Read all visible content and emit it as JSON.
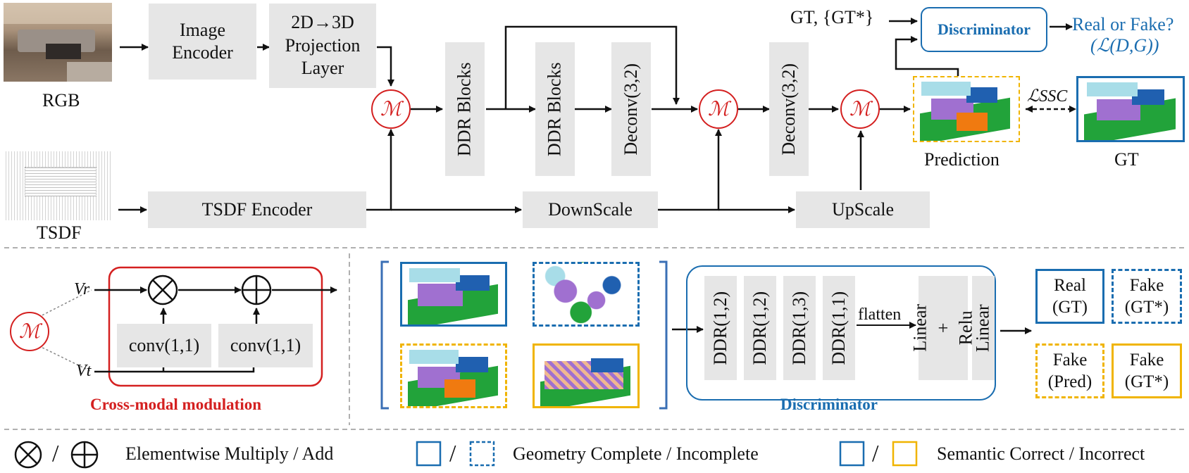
{
  "inputs": {
    "rgb_label": "RGB",
    "tsdf_label": "TSDF"
  },
  "blocks": {
    "image_encoder": "Image Encoder",
    "projection": "2D→3D Projection Layer",
    "ddr_blocks_1": "DDR Blocks",
    "ddr_blocks_2": "DDR Blocks",
    "deconv_1": "Deconv(3,2)",
    "deconv_2": "Deconv(3,2)",
    "tsdf_encoder": "TSDF Encoder",
    "downscale": "DownScale",
    "upscale": "UpScale"
  },
  "modulation_symbol": "ℳ",
  "top_right": {
    "gt_input": "GT, {GT*}",
    "discriminator": "Discriminator",
    "real_or_fake": "Real or Fake?",
    "loss_dg": "(ℒ(D,G))",
    "loss_ssc": "ℒSSC",
    "prediction_label": "Prediction",
    "gt_label": "GT"
  },
  "cross_modal": {
    "title": "Cross-modal modulation",
    "vr": "Vr",
    "vt": "Vt",
    "conv1": "conv(1,1)",
    "conv2": "conv(1,1)",
    "multiply_symbol": "⊗",
    "add_symbol": "⊕"
  },
  "discriminator_detail": {
    "title": "Discriminator",
    "layers": [
      "DDR(1,2)",
      "DDR(1,2)",
      "DDR(1,3)",
      "DDR(1,1)"
    ],
    "flatten": "flatten",
    "linear_relu": "Linear + Relu",
    "linear": "Linear"
  },
  "outputs": {
    "real_gt": "Real (GT)",
    "fake_gt_star_1": "Fake (GT*)",
    "fake_pred": "Fake (Pred)",
    "fake_gt_star_2": "Fake (GT*)"
  },
  "legend": {
    "multiply_add": "Elementwise Multiply / Add",
    "geometry": "Geometry Complete / Incomplete",
    "semantic": "Semantic Correct / Incorrect",
    "slash": "/"
  },
  "colors": {
    "blue": "#1a6db0",
    "yellow": "#f0b400",
    "red": "#d42020",
    "gray_block": "#e6e6e6",
    "green": "#22a33a",
    "purple": "#a070d0",
    "orange": "#f07a10",
    "light_blue": "#a8dde8",
    "dark_blue": "#2060b0"
  }
}
